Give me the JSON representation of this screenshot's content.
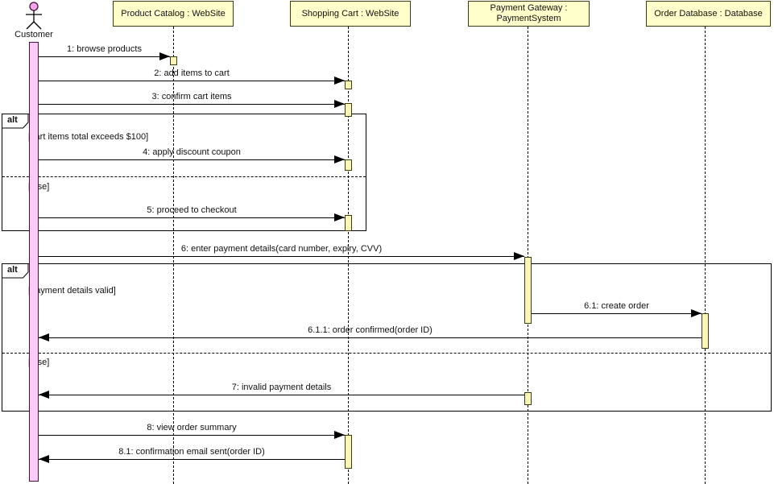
{
  "diagram_type": "uml-sequence-diagram",
  "actor": {
    "name": "Customer"
  },
  "lifelines": [
    {
      "line1": "Product Catalog : WebSite",
      "line2": ""
    },
    {
      "line1": "Shopping Cart : WebSite",
      "line2": ""
    },
    {
      "line1": "Payment Gateway :",
      "line2": "PaymentSystem"
    },
    {
      "line1": "Order Database : Database",
      "line2": ""
    }
  ],
  "messages": [
    {
      "label": "1: browse products"
    },
    {
      "label": "2: add items to cart"
    },
    {
      "label": "3: confirm cart items"
    },
    {
      "label": "4: apply discount coupon"
    },
    {
      "label": "5: proceed to checkout"
    },
    {
      "label": "6: enter payment details(card number, expiry, CVV)"
    },
    {
      "label": "6.1: create order"
    },
    {
      "label": "6.1.1: order confirmed(order ID)"
    },
    {
      "label": "7: invalid payment details"
    },
    {
      "label": "8: view order summary"
    },
    {
      "label": "8.1: confirmation email sent(order ID)"
    }
  ],
  "fragments": [
    {
      "operator": "alt",
      "guards": [
        "[cart items total exceeds $100]",
        "[else]"
      ]
    },
    {
      "operator": "alt",
      "guards": [
        "[payment details valid]",
        "[else]"
      ]
    }
  ],
  "colors": {
    "lifeline_fill": "#FFFFCC",
    "activation_fill": "#FAF5B8",
    "customer_activation_fill": "#F8CCF6",
    "actor_head_fill": "#F2A7E9",
    "stroke": "#000000"
  }
}
